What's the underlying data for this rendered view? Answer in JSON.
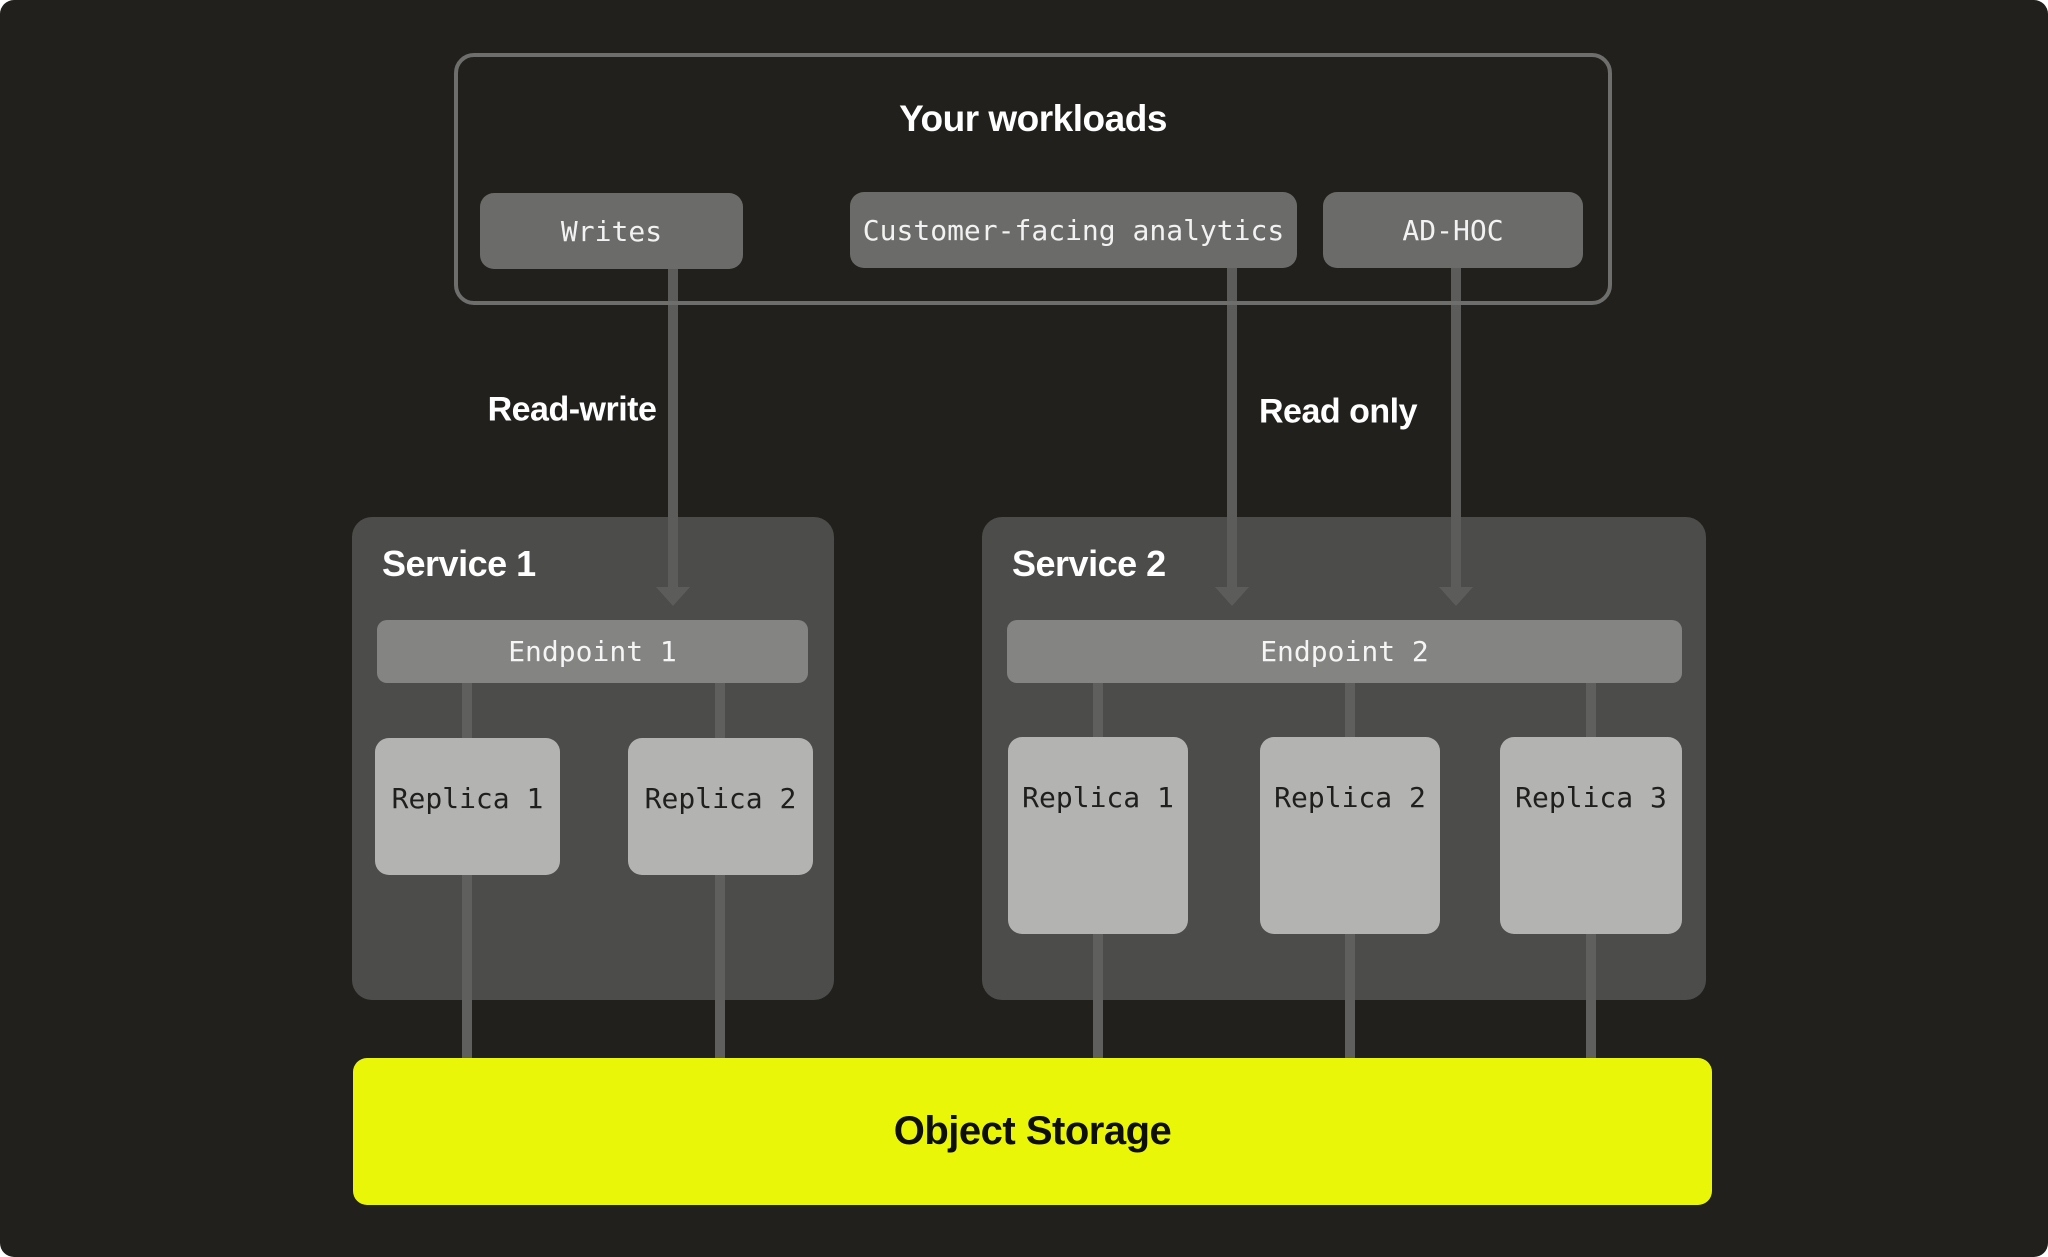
{
  "workloads": {
    "title": "Your workloads",
    "buttons": [
      {
        "label": "Writes"
      },
      {
        "label": "Customer-facing analytics"
      },
      {
        "label": "AD-HOC"
      }
    ]
  },
  "edges": {
    "read_write_label": "Read-write",
    "read_only_label": "Read only"
  },
  "services": [
    {
      "title": "Service 1",
      "endpoint": "Endpoint 1",
      "replicas": [
        "Replica 1",
        "Replica 2"
      ]
    },
    {
      "title": "Service 2",
      "endpoint": "Endpoint 2",
      "replicas": [
        "Replica 1",
        "Replica 2",
        "Replica 3"
      ]
    }
  ],
  "storage": {
    "label": "Object Storage"
  },
  "colors": {
    "canvas_bg": "#21201d",
    "accent_yellow": "#eaf608",
    "service_box": "#4c4c4a",
    "workload_button": "#6b6b69",
    "endpoint_bar": "#848482",
    "replica_box": "#b3b3b1",
    "connector_line": "#5f5f5d",
    "box_border": "#6e6e6c",
    "text_light": "#ffffff",
    "text_dark": "#1f1f1d"
  }
}
